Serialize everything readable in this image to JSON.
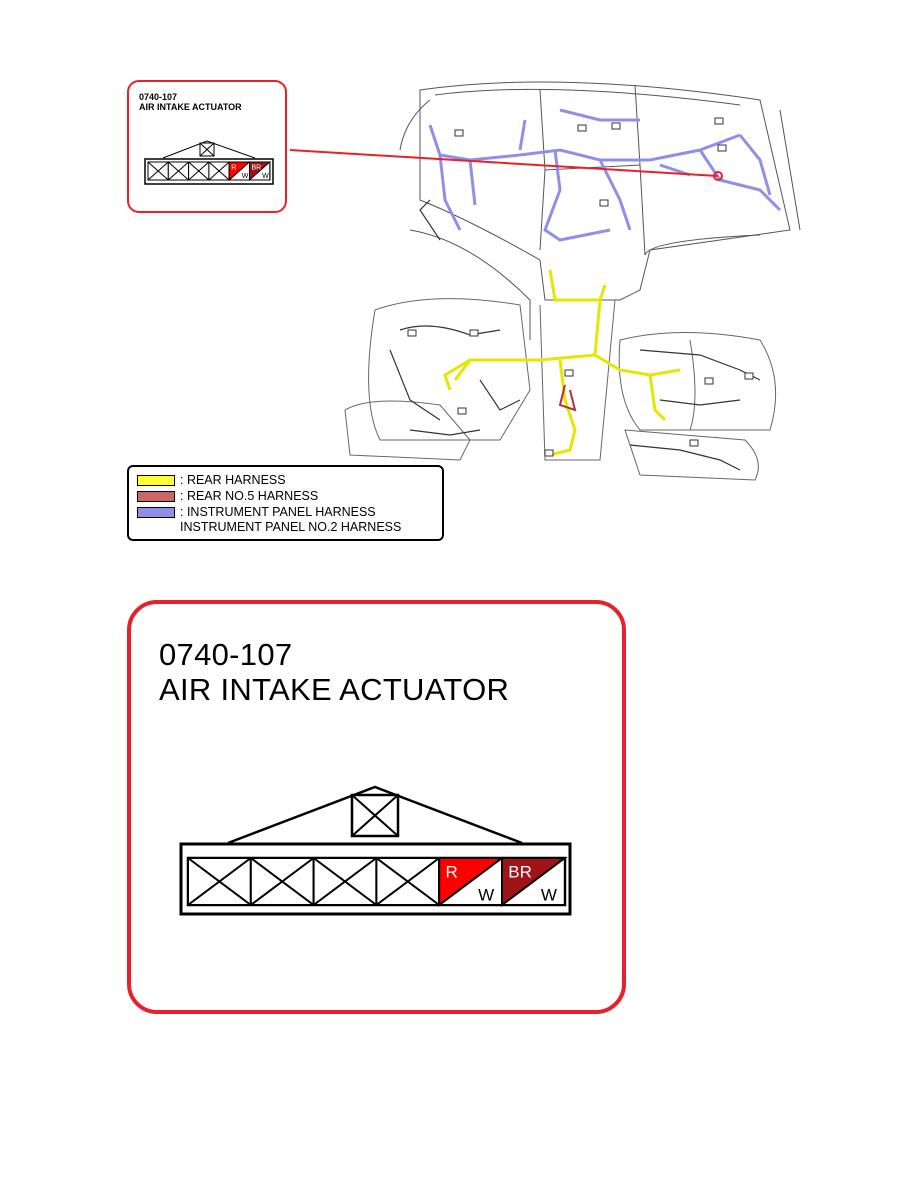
{
  "callout": {
    "connector_code": "0740-107",
    "connector_name": "AIR INTAKE ACTUATOR"
  },
  "connector": {
    "cavities": [
      {
        "type": "empty"
      },
      {
        "type": "empty"
      },
      {
        "type": "empty"
      },
      {
        "type": "empty"
      },
      {
        "type": "wire",
        "color_code": "R",
        "stripe_code": "W",
        "fill": "#ff0000"
      },
      {
        "type": "wire",
        "color_code": "BR",
        "stripe_code": "W",
        "fill": "#a01418"
      }
    ]
  },
  "legend": {
    "items": [
      {
        "color": "#ffff33",
        "label": ": REAR HARNESS"
      },
      {
        "color": "#cc6666",
        "label": ": REAR NO.5 HARNESS"
      },
      {
        "color": "#8f8fe8",
        "label": ": INSTRUMENT PANEL HARNESS"
      }
    ],
    "extra_line": "INSTRUMENT PANEL NO.2 HARNESS"
  },
  "colors": {
    "callout_border": "#e8202a",
    "rear_harness": "#ffff33",
    "rear_no5_harness": "#cc6666",
    "instrument_panel_harness": "#8f8fe8"
  }
}
